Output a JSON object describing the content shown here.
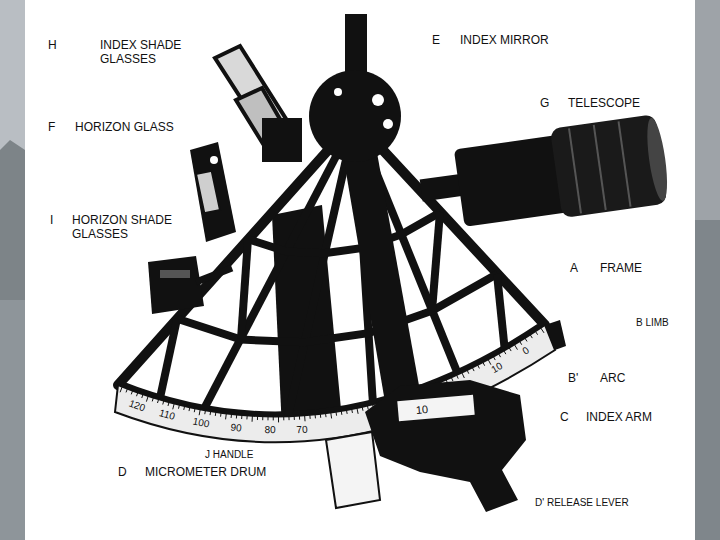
{
  "diagram": {
    "labels": [
      "H",
      "INDEX SHADE GLASSES",
      "E",
      "INDEX MIRROR",
      "G",
      "TELESCOPE",
      "F",
      "HORIZON GLASS",
      "I",
      "HORIZON SHADE GLASSES",
      "A",
      "FRAME",
      "B LIMB",
      "B'",
      "ARC",
      "C",
      "INDEX ARM",
      "J HANDLE",
      "D",
      "MICROMETER DRUM",
      "D' RELEASE LEVER",
      "120",
      "110",
      "100",
      "90",
      "80",
      "70",
      "10",
      "0",
      "10"
    ]
  }
}
